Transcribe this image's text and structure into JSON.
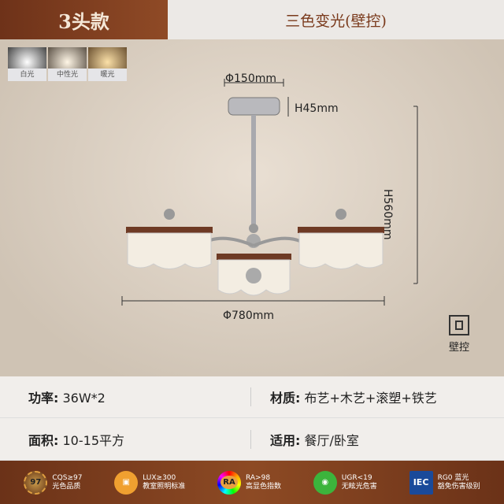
{
  "header": {
    "model": "3头款",
    "feature": "三色变光(壁控)"
  },
  "light_modes": [
    {
      "label": "白光",
      "color": "#ffffff"
    },
    {
      "label": "中性光",
      "color": "#fff3dd"
    },
    {
      "label": "暖光",
      "color": "#f6d69a"
    }
  ],
  "dimensions": {
    "canopy_diameter": "Φ150mm",
    "canopy_height": "H45mm",
    "height": "H560mm",
    "width": "Φ780mm"
  },
  "wall_switch": {
    "label": "壁控"
  },
  "specs": [
    {
      "label": "功率:",
      "value": "36W*2"
    },
    {
      "label": "材质:",
      "value": "布艺+木艺+滚塑+铁艺"
    },
    {
      "label": "面积:",
      "value": "10-15平方"
    },
    {
      "label": "适用:",
      "value": "餐厅/卧室"
    }
  ],
  "badges": [
    {
      "icon": "97",
      "title": "CQS≥97",
      "desc": "光色品质"
    },
    {
      "icon": "",
      "title": "LUX≥300",
      "desc": "教室照明标准"
    },
    {
      "icon": "RA",
      "title": "RA>98",
      "desc": "高显色指数"
    },
    {
      "icon": "",
      "title": "UGR<19",
      "desc": "无眩光危害"
    },
    {
      "icon": "IEC",
      "title": "RG0 蓝光",
      "desc": "豁免伤害级别"
    }
  ]
}
